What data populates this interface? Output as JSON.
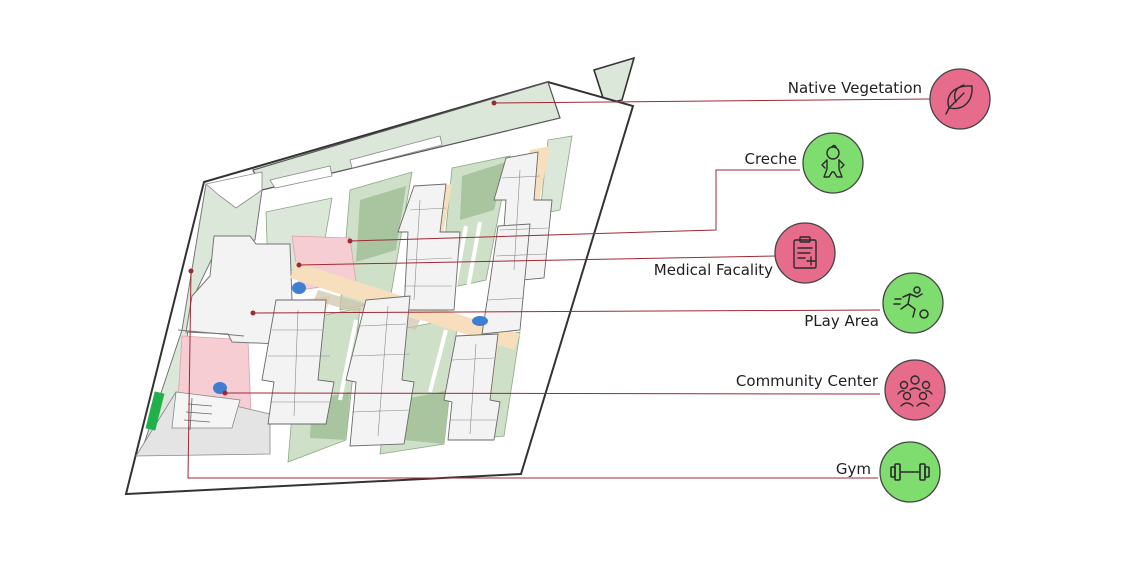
{
  "colors": {
    "green_circle": "#7fdc6f",
    "pink_circle": "#e76b8b",
    "leader_line": "#9c2a35",
    "site_outline": "#333333",
    "landscape": "#dbe7d8",
    "landscape_dark": "#a9c59f",
    "pathway": "#f7dfbd",
    "building": "#f3f3f3",
    "pink_zone": "#f6cdd3",
    "water": "#3f7fd1",
    "sports": "#22b04b",
    "pavement": "#e4e4e4"
  },
  "amenities": [
    {
      "id": "native-vegetation",
      "label": "Native Vegetation",
      "icon": "leaf-icon",
      "color": "pink"
    },
    {
      "id": "creche",
      "label": "Creche",
      "icon": "baby-icon",
      "color": "green"
    },
    {
      "id": "medical-facality",
      "label": "Medical Facality",
      "icon": "clipboard-medical-icon",
      "color": "pink"
    },
    {
      "id": "play-area",
      "label": "PLay Area",
      "icon": "player-kicking-ball-icon",
      "color": "green"
    },
    {
      "id": "community-center",
      "label": "Community Center",
      "icon": "people-group-icon",
      "color": "pink"
    },
    {
      "id": "gym",
      "label": "Gym",
      "icon": "dumbbell-icon",
      "color": "green"
    }
  ]
}
